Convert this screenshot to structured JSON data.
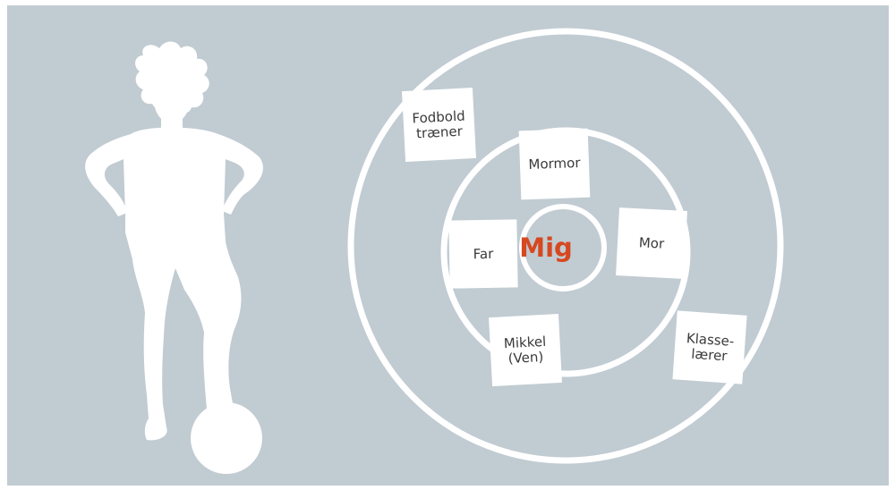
{
  "diagram": {
    "center": {
      "label": "Mig",
      "color": "#d6481f"
    },
    "notes": {
      "fodbold": "Fodbold\ntræner",
      "mormor": "Mormor",
      "far": "Far",
      "mor": "Mor",
      "mikkel": "Mikkel\n(Ven)",
      "klasse": "Klasse-\nlærer"
    },
    "colors": {
      "background": "#c1cbd2",
      "rings": "#ffffff",
      "silhouette": "#ffffff"
    }
  }
}
